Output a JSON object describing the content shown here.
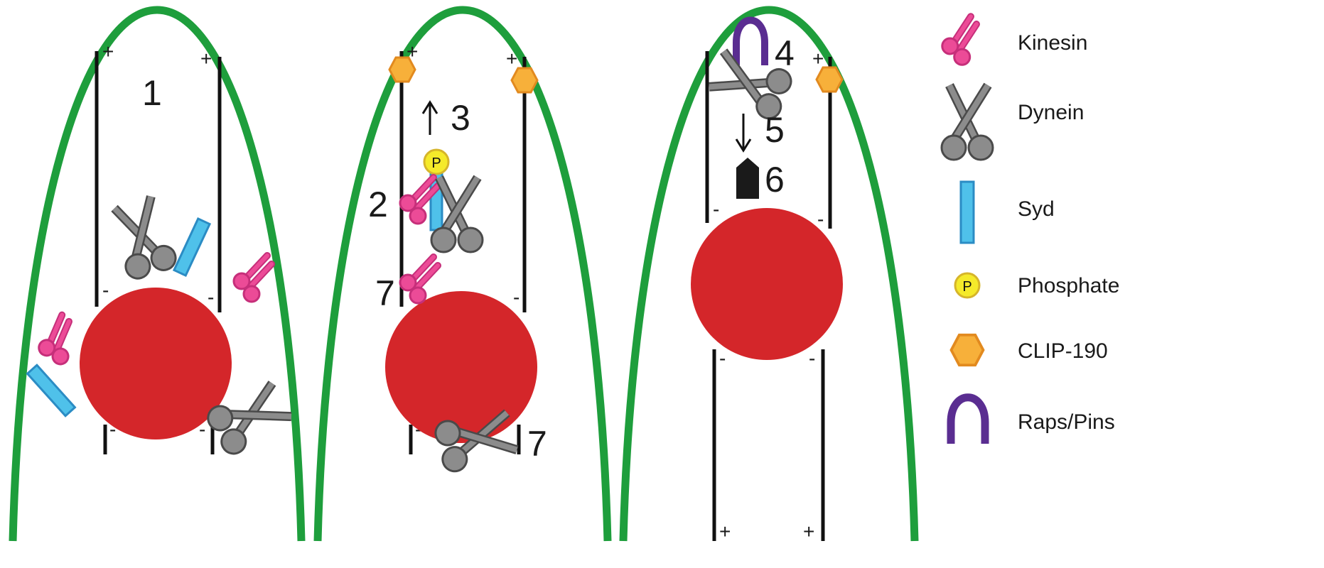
{
  "colors": {
    "membrane": "#1e9e3c",
    "nucleus": "#d4262a",
    "microtubule": "#111111",
    "kinesin": "#ec4b97",
    "dynein": "#8c8c8c",
    "syd": "#4fc1ea",
    "phosphate": "#f5ea2a",
    "clip190": "#f7b03a",
    "raps_pins": "#5a2d91",
    "nucleus_cap": "#1a1a1a"
  },
  "panel1": {
    "step1": "1"
  },
  "panel2": {
    "step2": "2",
    "step3": "3",
    "step7a": "7",
    "step7b": "7",
    "phosphate_label": "P"
  },
  "panel3": {
    "step4": "4",
    "step5": "5",
    "step6": "6"
  },
  "signs": {
    "plus": "+",
    "minus": "-"
  },
  "legend": {
    "items": [
      {
        "icon": "kinesin-icon",
        "label": "Kinesin"
      },
      {
        "icon": "dynein-icon",
        "label": "Dynein"
      },
      {
        "icon": "syd-icon",
        "label": "Syd"
      },
      {
        "icon": "phosphate-icon",
        "label": "Phosphate",
        "symbol": "P"
      },
      {
        "icon": "clip190-icon",
        "label": "CLIP-190"
      },
      {
        "icon": "raps-pins-icon",
        "label": "Raps/Pins"
      }
    ]
  }
}
